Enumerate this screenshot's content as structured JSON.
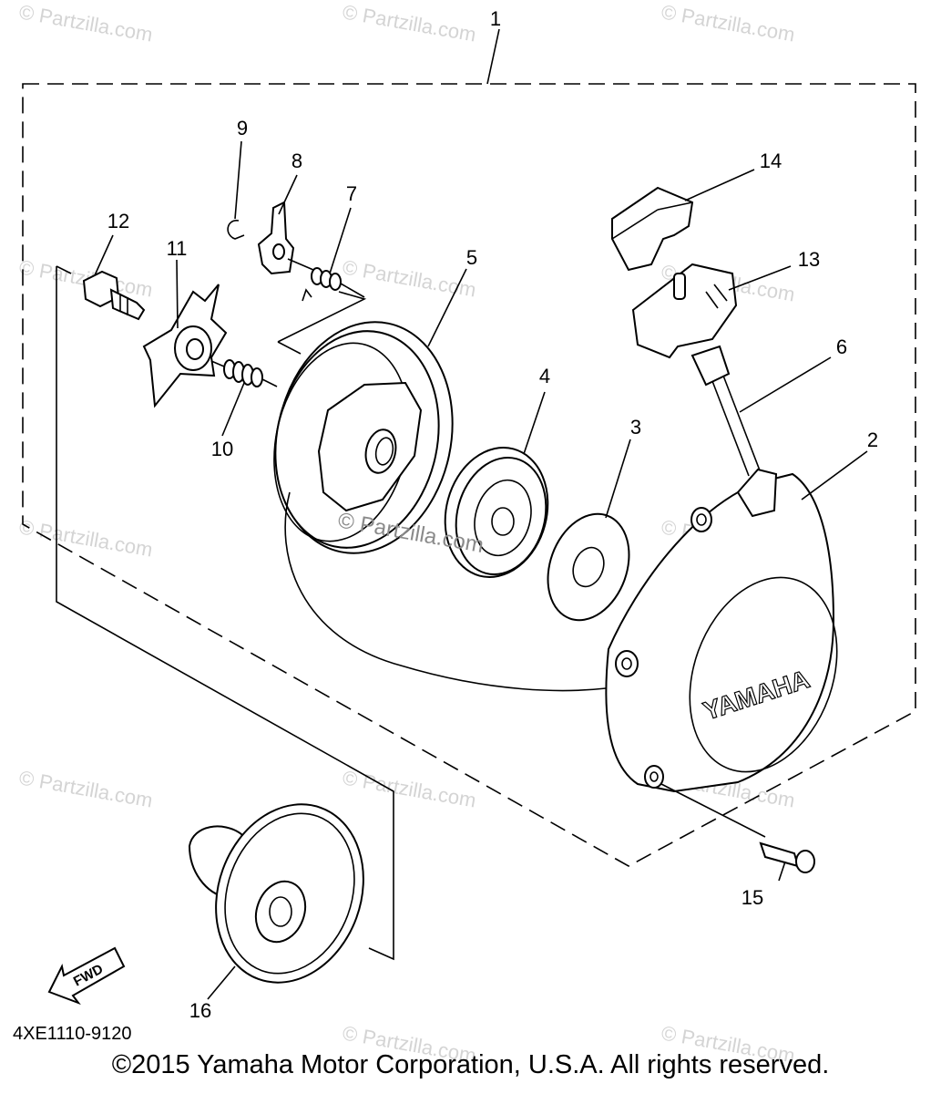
{
  "diagram": {
    "callouts": [
      "1",
      "2",
      "3",
      "4",
      "5",
      "6",
      "7",
      "8",
      "9",
      "10",
      "11",
      "12",
      "13",
      "14",
      "15",
      "16"
    ],
    "watermark": "© Partzilla.com",
    "center_watermark": "© Partzilla.com",
    "cover_brand": "YAMAHA",
    "direction_label": "FWD",
    "diagram_code": "4XE1110-9120"
  },
  "footer": {
    "copyright": "©2015 Yamaha Motor Corporation, U.S.A. All rights reserved."
  }
}
